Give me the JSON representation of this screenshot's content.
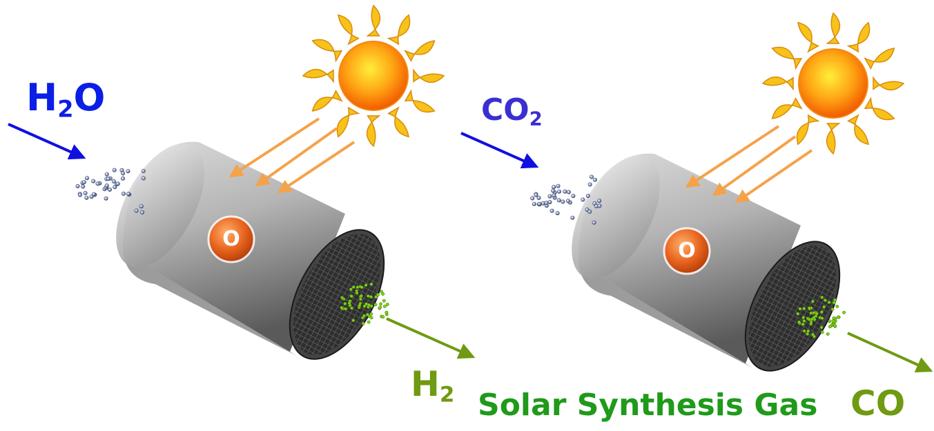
{
  "reactors": [
    {
      "input": {
        "species": "H",
        "sub": "2",
        "tail": "O"
      },
      "output": {
        "species": "H",
        "sub": "2"
      },
      "oxygen_label": "O"
    },
    {
      "input": {
        "species": "CO",
        "sub": "2",
        "tail": ""
      },
      "output": {
        "species": "CO",
        "sub": ""
      },
      "oxygen_label": "O"
    }
  ],
  "caption": "Solar Synthesis Gas",
  "colors": {
    "input_arrow": "#1010e0",
    "output_arrow": "#6f9a12",
    "sun_rays": "#f5a24a",
    "sun_core": "#ff6a00",
    "flames": "#f7c21a",
    "oxygen_ball": "#e0601c",
    "caption": "#1f9a1a"
  }
}
